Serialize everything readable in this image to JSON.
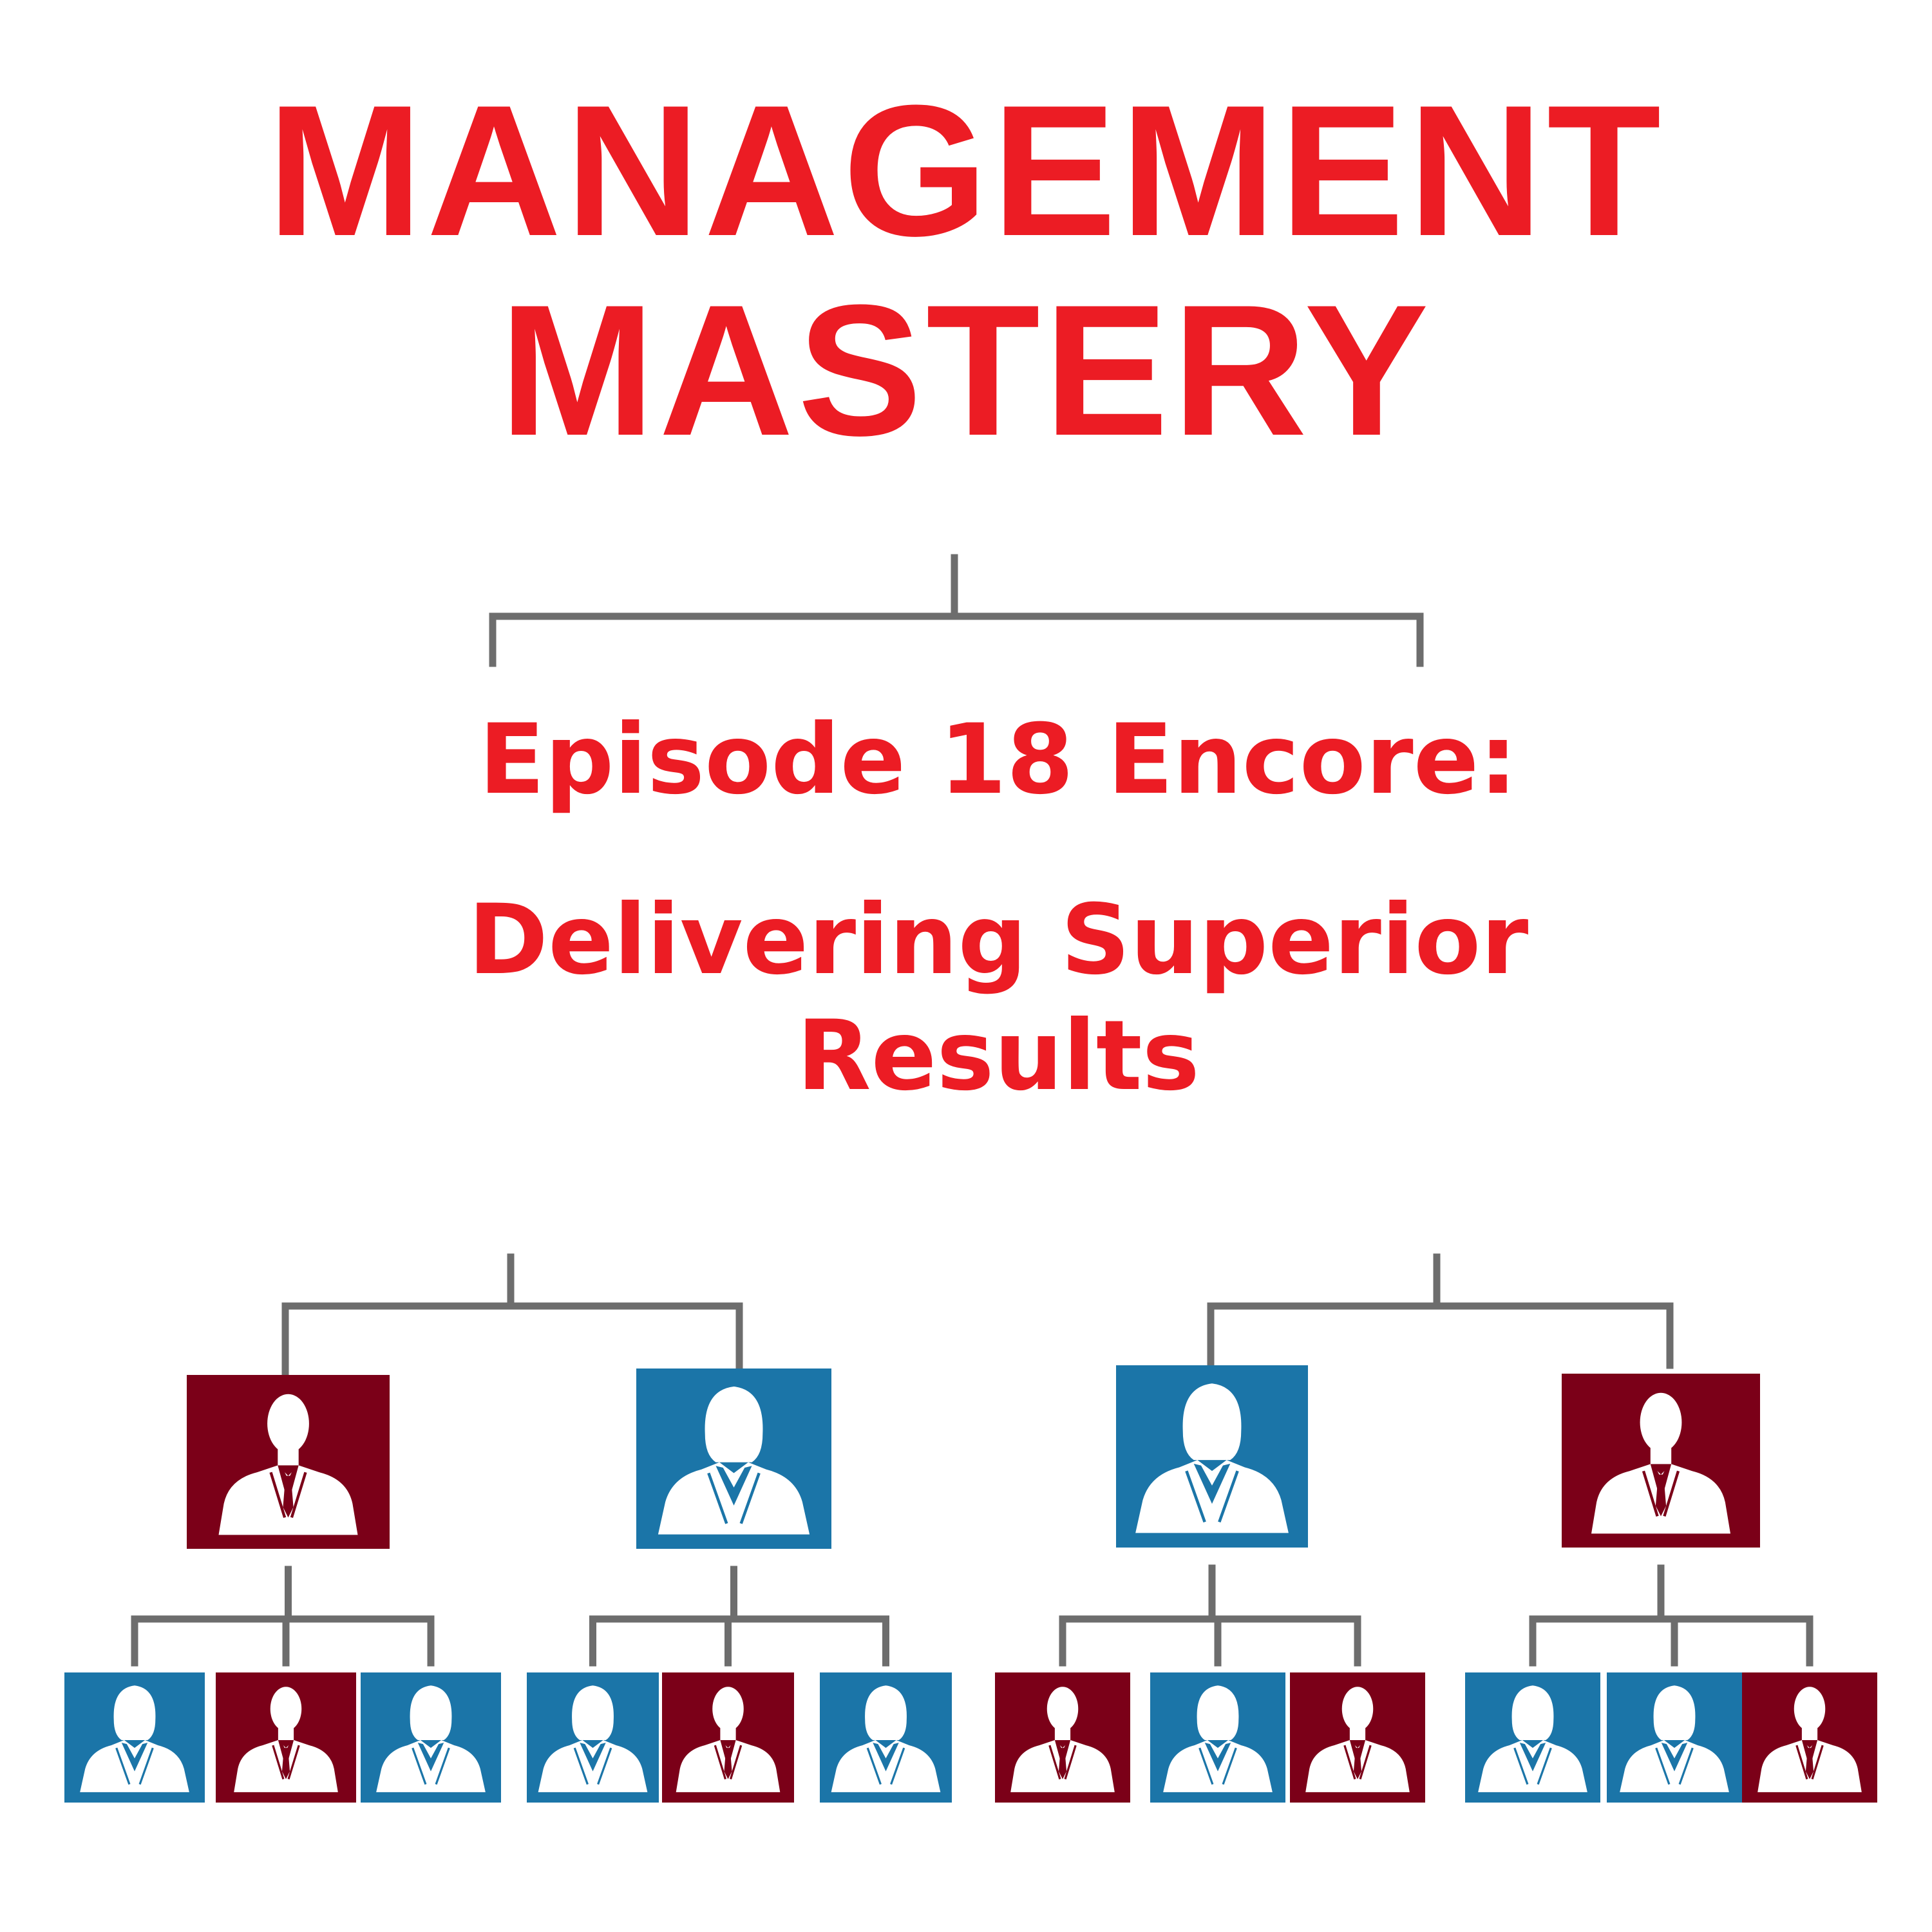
{
  "title": {
    "line1": "MANAGEMENT",
    "line2": "MASTERY"
  },
  "subtitle": {
    "line1": "Episode 18 Encore:",
    "line2": "Delivering Superior",
    "line3": "Results"
  },
  "colors": {
    "title": "#ec1c24",
    "connector": "#6d6d6d",
    "male_tile": "#7b0018",
    "female_tile": "#1b75a8",
    "figure": "#ffffff"
  },
  "org_chart": {
    "managers": [
      {
        "gender": "male",
        "icon": "businessman-icon",
        "reports": [
          {
            "gender": "female",
            "icon": "businesswoman-icon"
          },
          {
            "gender": "male",
            "icon": "businessman-icon"
          },
          {
            "gender": "female",
            "icon": "businesswoman-icon"
          }
        ]
      },
      {
        "gender": "female",
        "icon": "businesswoman-icon",
        "reports": [
          {
            "gender": "female",
            "icon": "businesswoman-icon"
          },
          {
            "gender": "male",
            "icon": "businessman-icon"
          },
          {
            "gender": "female",
            "icon": "businesswoman-icon"
          }
        ]
      },
      {
        "gender": "female",
        "icon": "businesswoman-icon",
        "reports": [
          {
            "gender": "male",
            "icon": "businessman-icon"
          },
          {
            "gender": "female",
            "icon": "businesswoman-icon"
          },
          {
            "gender": "male",
            "icon": "businessman-icon"
          }
        ]
      },
      {
        "gender": "male",
        "icon": "businessman-icon",
        "reports": [
          {
            "gender": "female",
            "icon": "businesswoman-icon"
          },
          {
            "gender": "female",
            "icon": "businesswoman-icon"
          },
          {
            "gender": "male",
            "icon": "businessman-icon"
          }
        ]
      }
    ]
  }
}
